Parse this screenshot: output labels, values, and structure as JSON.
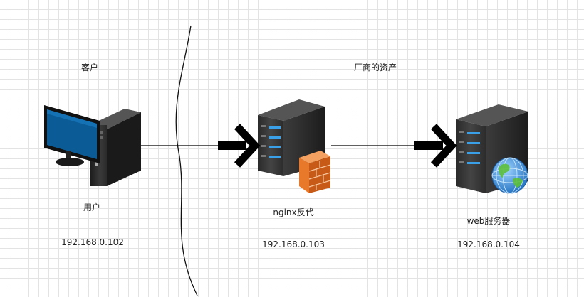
{
  "zones": {
    "client": "客户",
    "vendor": "厂商的资产"
  },
  "nodes": [
    {
      "id": "pc",
      "name": "用户",
      "ip": "192.168.0.102",
      "icon": "desktop-computer-icon"
    },
    {
      "id": "proxy",
      "name": "nginx反代",
      "ip": "192.168.0.103",
      "icon": "server-firewall-icon"
    },
    {
      "id": "web",
      "name": "web服务器",
      "ip": "192.168.0.104",
      "icon": "server-globe-icon"
    }
  ],
  "colors": {
    "monitor_screen": "#0b5c96",
    "server_body": "#3a3a3a",
    "server_led": "#3aa0e8",
    "firewall": "#e8782a",
    "globe": "#4a9ee0",
    "arrow": "#000000"
  }
}
